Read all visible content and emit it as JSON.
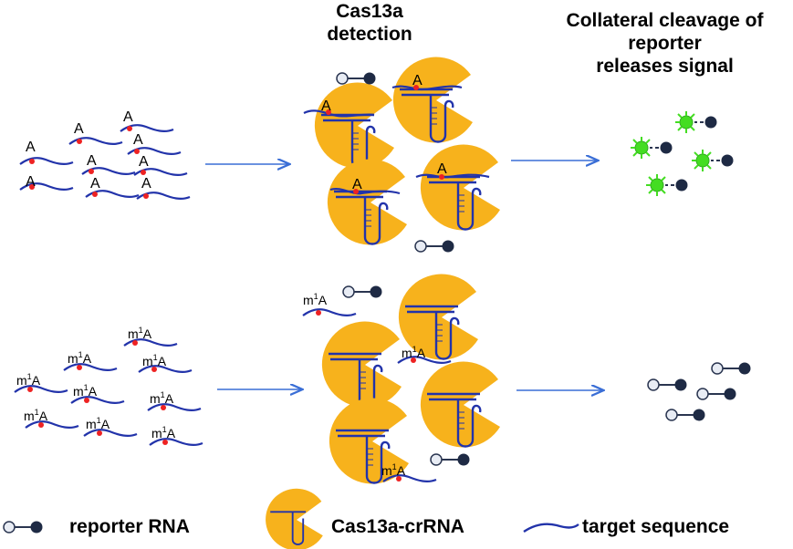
{
  "headers": {
    "detection": "Cas13a\ndetection",
    "collateral": "Collateral cleavage of\nreporter\nreleases signal"
  },
  "labels": {
    "adenosine": "A",
    "methyl_base": "m",
    "methyl_sup": "1",
    "methyl_rest": "A"
  },
  "legend": {
    "reporter": "reporter RNA",
    "cas": "Cas13a-crRNA",
    "target": "target sequence"
  },
  "colors": {
    "strand": "#2233aa",
    "cas": "#f7b21c",
    "mark": "#ee2222",
    "signal": "#44dd22",
    "quencher": "#1e2a44",
    "reporter_light": "#e8ecf4",
    "arrow": "#3a6ed6"
  }
}
